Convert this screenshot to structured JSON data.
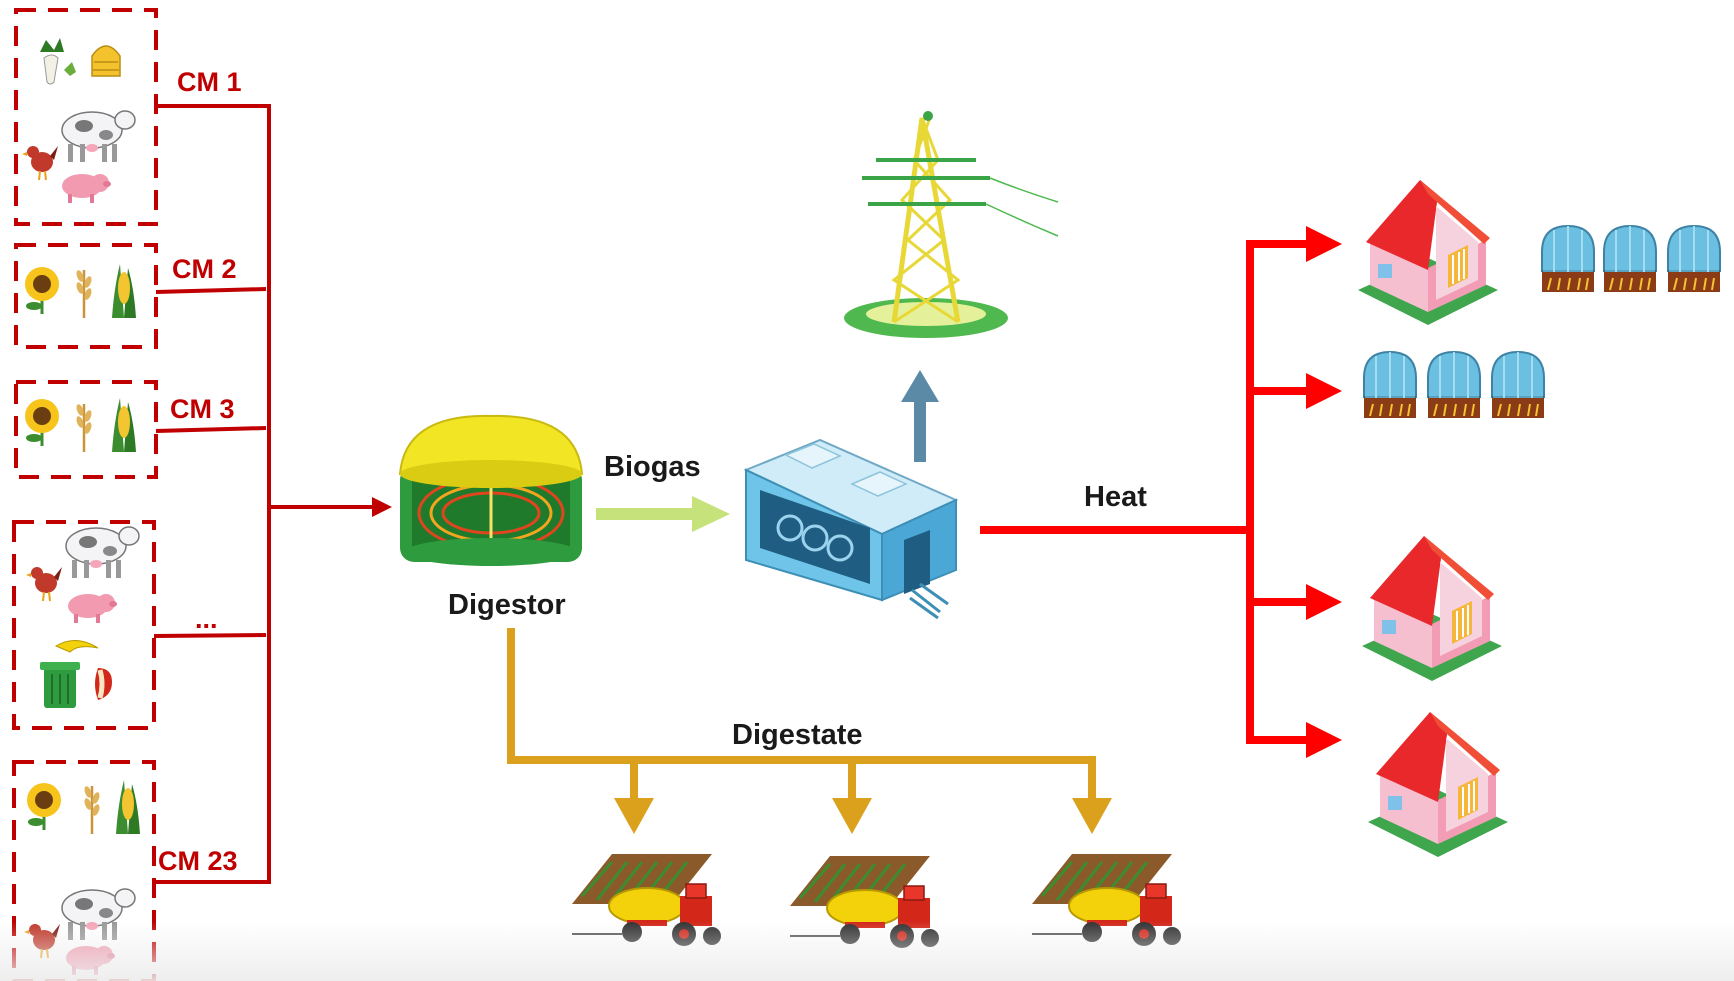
{
  "cm_labels": [
    "CM 1",
    "CM 2",
    "CM 3",
    "...",
    "CM 23"
  ],
  "digestor_label": "Digestor",
  "biogas_label": "Biogas",
  "heat_label": "Heat",
  "digestate_label": "Digestate",
  "colors": {
    "feed_line": "#C00000",
    "heat_line": "#FF0000",
    "digestate_line": "#DBA11C",
    "biogas_arrow": "#C6E27A",
    "power_arrow": "#5B8AA6"
  },
  "icons": {
    "feedstock_groups": [
      "vegetable-waste-hay-livestock-icon",
      "crops-icon",
      "crops-icon",
      "livestock-food-waste-icon",
      "crops-livestock-icon"
    ],
    "digestor": "digestor-tank-icon",
    "chp": "chp-unit-icon",
    "power": "power-tower-icon",
    "heat_consumers": [
      "house-icon",
      "greenhouse-icon"
    ],
    "fields": "tractor-field-icon"
  }
}
